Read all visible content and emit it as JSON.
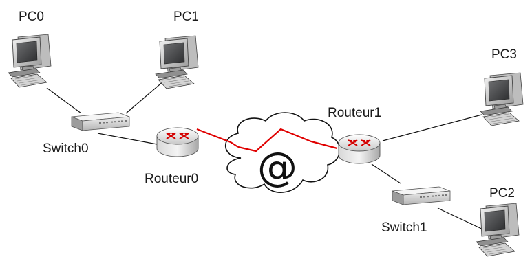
{
  "diagram": {
    "nodes": {
      "pc0": {
        "label": "PC0",
        "type": "pc-icon"
      },
      "pc1": {
        "label": "PC1",
        "type": "pc-icon"
      },
      "pc2": {
        "label": "PC2",
        "type": "pc-icon"
      },
      "pc3": {
        "label": "PC3",
        "type": "pc-icon"
      },
      "switch0": {
        "label": "Switch0",
        "type": "switch-icon"
      },
      "switch1": {
        "label": "Switch1",
        "type": "switch-icon"
      },
      "routeur0": {
        "label": "Routeur0",
        "type": "router-icon"
      },
      "routeur1": {
        "label": "Routeur1",
        "type": "router-icon"
      },
      "internet": {
        "label": "@",
        "type": "cloud-icon"
      }
    },
    "links": [
      {
        "from": "pc0",
        "to": "switch0",
        "kind": "ethernet"
      },
      {
        "from": "pc1",
        "to": "switch0",
        "kind": "ethernet"
      },
      {
        "from": "switch0",
        "to": "routeur0",
        "kind": "ethernet"
      },
      {
        "from": "routeur0",
        "to": "internet",
        "kind": "serial"
      },
      {
        "from": "internet",
        "to": "routeur1",
        "kind": "serial"
      },
      {
        "from": "routeur1",
        "to": "pc3",
        "kind": "ethernet"
      },
      {
        "from": "routeur1",
        "to": "switch1",
        "kind": "ethernet"
      },
      {
        "from": "switch1",
        "to": "pc2",
        "kind": "ethernet"
      }
    ],
    "colors": {
      "serial_link": "#e00000",
      "ethernet_link": "#111111"
    }
  }
}
